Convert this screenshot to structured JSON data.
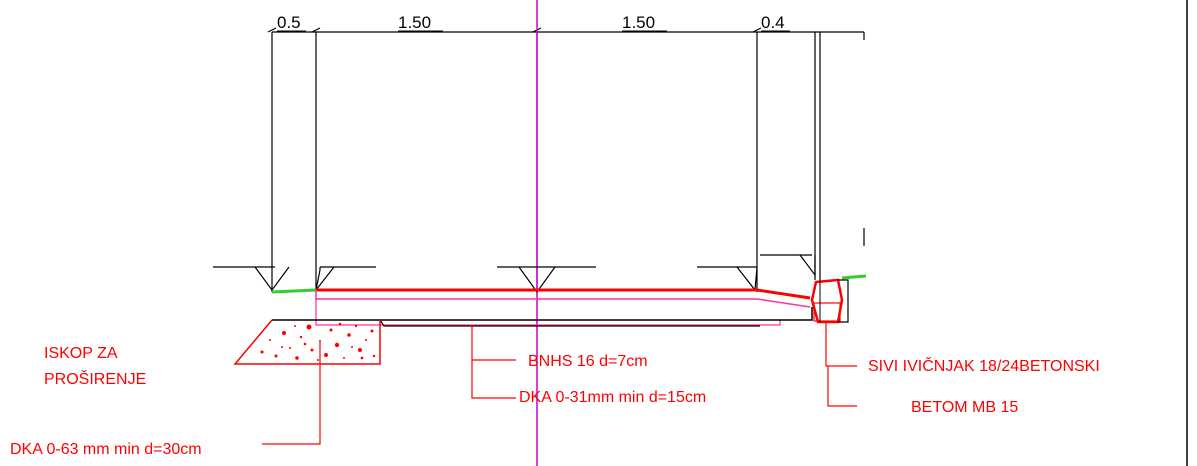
{
  "dimensions": [
    "0.5",
    "1.50",
    "1.50",
    "0.4"
  ],
  "labels": {
    "iskop_line1": "ISKOP ZA",
    "iskop_line2": "PROŠIRENJE",
    "bnhs": "BNHS 16 d=7cm",
    "dka31": "DKA 0-31mm min d=15cm",
    "dka63": "DKA 0-63 mm min d=30cm",
    "ivicnjak": "SIVI IVIČNJAK 18/24BETONSKI",
    "betom": "BETOM MB 15"
  },
  "colors": {
    "outline": "#000000",
    "annotation": "#ff0000",
    "axis": "#cc00cc",
    "layer_pink": "#ff3399",
    "grass": "#33cc33"
  }
}
